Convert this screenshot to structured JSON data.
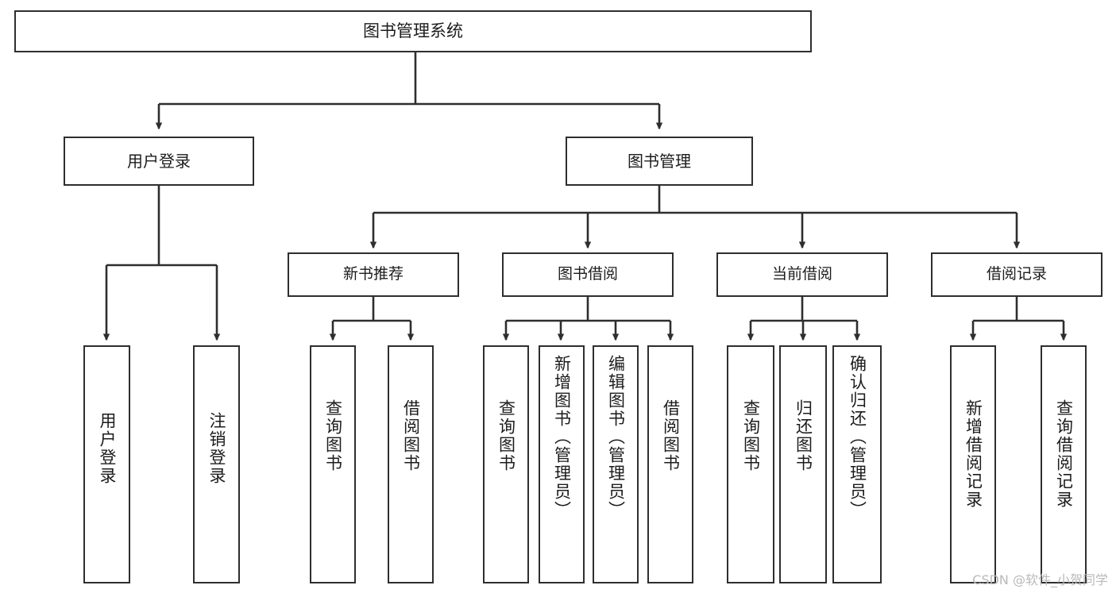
{
  "diagram": {
    "title": "图书管理系统",
    "type": "functional-structure-tree",
    "watermark": "CSDN @软件_小贺同学",
    "colors": {
      "box_border": "#2e2e2e",
      "box_fill": "#ffffff",
      "connector": "#2e2e2e",
      "text": "#1c1c1c",
      "watermark": "#b9b9b9"
    },
    "root": {
      "label": "图书管理系统"
    },
    "level1": [
      {
        "label": "用户登录"
      },
      {
        "label": "图书管理"
      }
    ],
    "level2": [
      {
        "label": "新书推荐"
      },
      {
        "label": "图书借阅"
      },
      {
        "label": "当前借阅"
      },
      {
        "label": "借阅记录"
      }
    ],
    "leaves": {
      "user_login": [
        {
          "label": "用户登录"
        },
        {
          "label": "注销登录"
        }
      ],
      "new_book_recommend": [
        {
          "label": "查询图书"
        },
        {
          "label": "借阅图书"
        }
      ],
      "book_borrow": [
        {
          "label": "查询图书"
        },
        {
          "label": "新增图书（管理员）"
        },
        {
          "label": "编辑图书（管理员）"
        },
        {
          "label": "借阅图书"
        }
      ],
      "current_borrow": [
        {
          "label": "查询图书"
        },
        {
          "label": "归还图书"
        },
        {
          "label": "确认归还（管理员）"
        }
      ],
      "borrow_record": [
        {
          "label": "新增借阅记录"
        },
        {
          "label": "查询借阅记录"
        }
      ]
    }
  }
}
